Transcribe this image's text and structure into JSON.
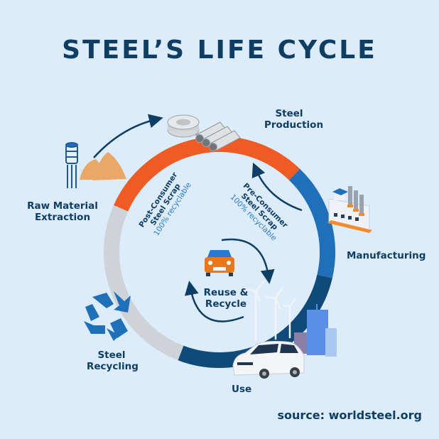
{
  "title": "STEEL’S LIFE CYCLE",
  "stages": {
    "steel_production": "Steel Production",
    "manufacturing": "Manufacturing",
    "use": "Use",
    "steel_recycling": "Steel Recycling",
    "raw_material_extraction": "Raw Material Extraction",
    "reuse_recycle": "Reuse & Recycle"
  },
  "scrap": {
    "post_consumer": {
      "line1": "Post-Consumer",
      "line2": "Steel Scrap",
      "note": "100% recyclable"
    },
    "pre_consumer": {
      "line1": "Pre-Consumer",
      "line2": "Steel Scrap",
      "note": "100% recyclable"
    }
  },
  "source": "source: worldsteel.org",
  "colors": {
    "background": "#dcecfb",
    "navy": "#0e3e63",
    "orange": "#ef5b24",
    "blue": "#1f70b8",
    "dark_blue": "#0f4a78",
    "gray": "#cfd3d8",
    "light_blue_text": "#2b7cc2"
  },
  "icons": [
    "steel-coil-pipes-icon",
    "water-tower-icon",
    "ore-pile-icon",
    "factory-icon",
    "car-icon",
    "wind-turbine-icon",
    "building-icon",
    "recycle-icon",
    "orange-car-icon"
  ]
}
